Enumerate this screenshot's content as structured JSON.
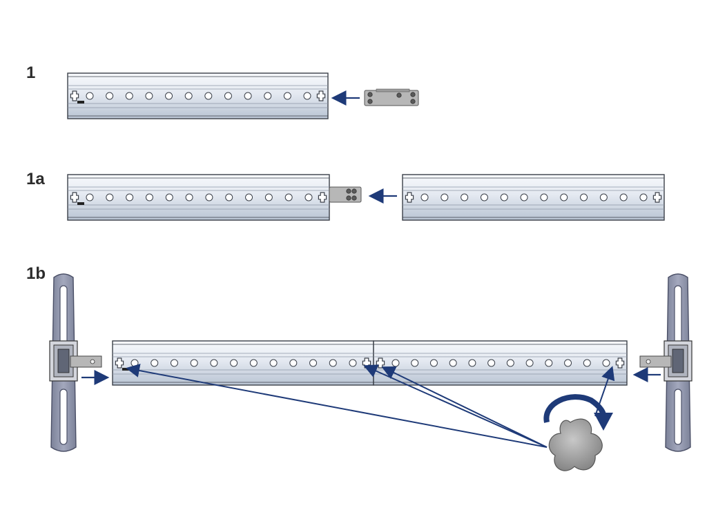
{
  "steps": [
    {
      "id": "1",
      "label": "1"
    },
    {
      "id": "1a",
      "label": "1a"
    },
    {
      "id": "1b",
      "label": "1b"
    }
  ],
  "rail": {
    "hole_count": 12
  },
  "colors": {
    "rail_fill": "#e9eef5",
    "rail_shade": "#c5cfdc",
    "rail_outline": "#3a3f48",
    "connector": "#b7b7b7",
    "bracket": "#8a90a8",
    "bracket_outline": "#4a4f66",
    "arrow": "#1e3a78",
    "knob": "#9a9a9a"
  },
  "icons": {
    "arrow": "arrow-left-icon",
    "rotation": "rotation-arrow-icon",
    "knob": "star-knob-icon"
  }
}
